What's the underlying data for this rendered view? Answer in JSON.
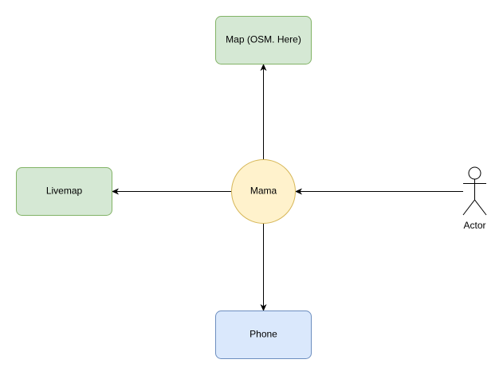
{
  "diagram": {
    "nodes": {
      "map": {
        "label": "Map (OSM. Here)",
        "fill": "#d5e8d4",
        "stroke": "#82b366"
      },
      "livemap": {
        "label": "Livemap",
        "fill": "#d5e8d4",
        "stroke": "#82b366"
      },
      "mama": {
        "label": "Mama",
        "fill": "#fff2cc",
        "stroke": "#d6b656"
      },
      "phone": {
        "label": "Phone",
        "fill": "#dae8fc",
        "stroke": "#6c8ebf"
      },
      "actor": {
        "label": "Actor"
      }
    },
    "edges": [
      {
        "from": "mama",
        "to": "map"
      },
      {
        "from": "mama",
        "to": "livemap"
      },
      {
        "from": "mama",
        "to": "phone"
      },
      {
        "from": "actor",
        "to": "mama"
      }
    ]
  }
}
